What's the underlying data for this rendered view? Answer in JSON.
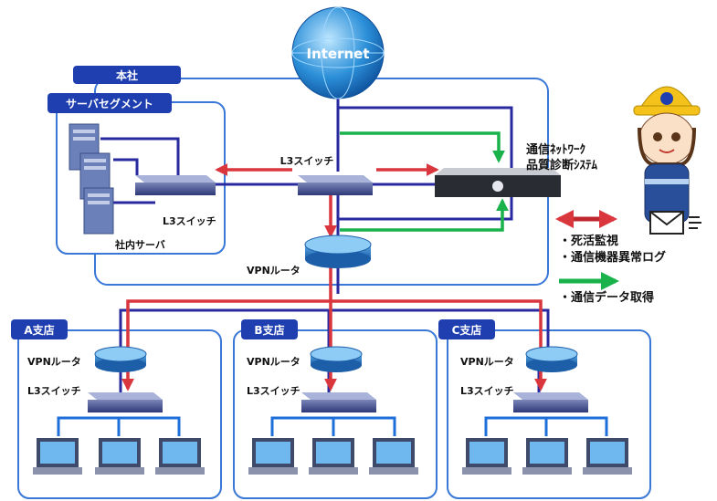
{
  "internet": {
    "label": "Internet"
  },
  "hq": {
    "title": "本社",
    "server_segment_title": "サーバセグメント",
    "l3_switch_server": "L3スイッチ",
    "l3_switch_core": "L3スイッチ",
    "internal_server": "社内サーバ",
    "vpn_router": "VPNルータ"
  },
  "diagnosis_system": {
    "line1": "通信ﾈｯﾄﾜｰｸ",
    "line2": "品質診断ｼｽﾃﾑ"
  },
  "legend": {
    "item1": "・死活監視",
    "item2": "・通信機器異常ログ",
    "item3": "・通信データ取得"
  },
  "branches": [
    {
      "title": "A支店",
      "vpn_router": "VPNルータ",
      "l3_switch": "L3スイッチ"
    },
    {
      "title": "B支店",
      "vpn_router": "VPNルータ",
      "l3_switch": "L3スイッチ"
    },
    {
      "title": "C支店",
      "vpn_router": "VPNルータ",
      "l3_switch": "L3スイッチ"
    }
  ],
  "colors": {
    "blue_line": "#2a2aa0",
    "red_arrow": "#d9363e",
    "green_arrow": "#19b24b",
    "box_border": "#3a78d8",
    "title_bg": "#1f3fb0"
  },
  "icons": {
    "globe": "globe-icon",
    "server": "server-icon",
    "switch": "switch-icon",
    "router": "router-icon",
    "laptop": "laptop-icon",
    "appliance": "appliance-icon",
    "mail": "mail-icon",
    "person": "worker-character-icon"
  }
}
